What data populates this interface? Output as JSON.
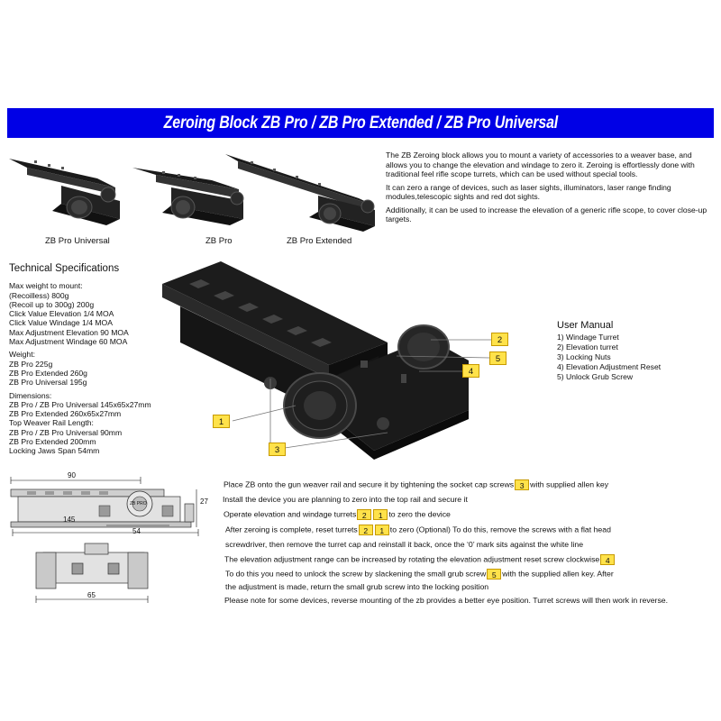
{
  "banner": {
    "title": "Zeroing Block ZB Pro / ZB Pro Extended / ZB Pro Universal"
  },
  "products": [
    {
      "caption": "ZB Pro Universal"
    },
    {
      "caption": "ZB Pro"
    },
    {
      "caption": "ZB Pro Extended"
    }
  ],
  "intro": {
    "p1": "The ZB Zeroing block allows you to mount a variety of accessories to a weaver base, and allows you to change the elevation and windage to zero it.  Zeroing is effortlessly done with traditional feel rifle scope turrets, which can be used without special tools.",
    "p2": "It can zero a range of devices, such as laser sights, illuminators, laser range finding modules,telescopic sights and red dot sights.",
    "p3": "Additionally, it can be used to increase the elevation of a generic rifle scope, to cover close-up targets."
  },
  "specs": {
    "title": "Technical Specifications",
    "group1": [
      "Max weight to mount:",
      "(Recoilless) 800g",
      "(Recoil up to 300g) 200g",
      "Click Value Elevation 1/4 MOA",
      "Click Value Windage 1/4 MOA",
      "Max Adjustment Elevation 90 MOA",
      "Max Adjustment Windage 60 MOA"
    ],
    "group2": [
      "Weight:",
      "ZB Pro 225g",
      "ZB Pro Extended 260g",
      "ZB Pro Universal 195g"
    ],
    "group3": [
      "Dimensions:",
      "ZB Pro / ZB Pro Universal 145x65x27mm",
      "ZB Pro Extended 260x65x27mm",
      "Top Weaver Rail Length:",
      "ZB Pro / ZB Pro Universal 90mm",
      "ZB Pro Extended 200mm",
      "Locking Jaws Span 54mm"
    ]
  },
  "manual": {
    "title": "User Manual",
    "items": [
      "1) Windage Turret",
      "2) Elevation turret",
      "3) Locking Nuts",
      "4) Elevation Adjustment Reset",
      "5) Unlock Grub Screw"
    ]
  },
  "callouts": {
    "c1": "1",
    "c2": "2",
    "c3": "3",
    "c4": "4",
    "c5": "5"
  },
  "dimensions": {
    "d90": "90",
    "d27": "27",
    "d145": "145",
    "d54": "54",
    "d65": "65",
    "engraving": "ZB PRO"
  },
  "instructions": {
    "l1a": "Place ZB onto the gun weaver rail and secure it by tightening the socket cap screws",
    "l1b": "with supplied allen key",
    "l2": "Install the device you are planning to zero into the top rail and secure it",
    "l3a": "Operate elevation and windage turrets",
    "l3b": "to zero the device",
    "l4a": "After zeroing is complete, reset turrets",
    "l4b": "to zero (Optional)  To do this, remove the screws with a flat head",
    "l5": "screwdriver, then remove the turret cap and reinstall it back, once the ‘0’ mark sits against the white line",
    "l6a": "The elevation adjustment range can be increased by rotating the elevation adjustment reset screw clockwise",
    "l7a": "To do this you need to unlock the screw by slackening the small grub screw",
    "l7b": "with the supplied allen key.  After",
    "l8": "the adjustment is made, return the small grub screw into the locking position",
    "l9": "Please note for some devices, reverse mounting of the zb provides a better eye position. Turret screws will then work in reverse."
  }
}
